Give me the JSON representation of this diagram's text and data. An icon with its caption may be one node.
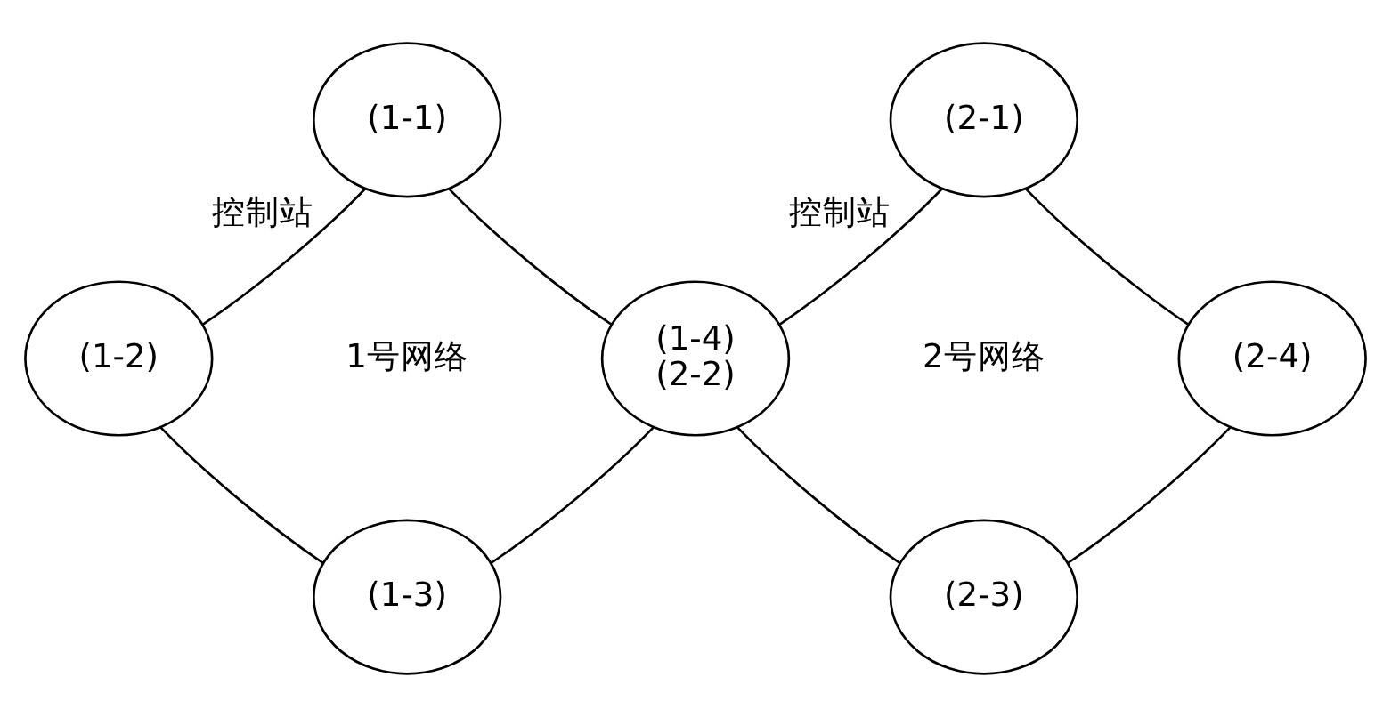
{
  "diagram": {
    "nodes": [
      {
        "text": [
          "(1-1)"
        ],
        "beside": [
          "控制站"
        ]
      },
      {
        "text": [
          "(1-2)"
        ]
      },
      {
        "text": [
          "(1-4)",
          "(2-2)"
        ]
      },
      {
        "text": [
          "(1-3)"
        ]
      },
      {
        "text": [
          "(2-1)"
        ],
        "beside": [
          "控制站"
        ]
      },
      {
        "text": [
          "(2-4)"
        ]
      },
      {
        "text": [
          "(2-3)"
        ]
      }
    ],
    "edges": [
      {
        "from": 0,
        "to": 2,
        "arrow": "none"
      },
      {
        "from": 2,
        "to": 3,
        "arrow": "none"
      },
      {
        "from": 3,
        "to": 1,
        "arrow": "none"
      },
      {
        "from": 1,
        "to": 0,
        "arrow": "none"
      },
      {
        "from": 4,
        "to": 5,
        "arrow": "none"
      },
      {
        "from": 5,
        "to": 6,
        "arrow": "none"
      },
      {
        "from": 6,
        "to": 2,
        "arrow": "none"
      },
      {
        "from": 2,
        "to": 4,
        "arrow": "none"
      }
    ],
    "labels": [
      "1号网络",
      "2号网络"
    ]
  }
}
